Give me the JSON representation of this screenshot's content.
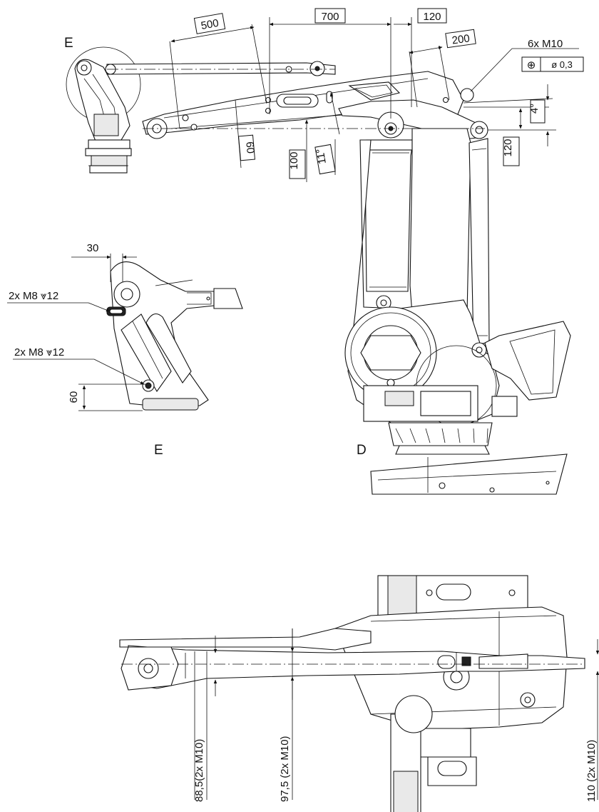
{
  "side_view": {
    "detail_callout": "E",
    "dims": {
      "d500": "500",
      "d700": "700",
      "d120_top": "120",
      "d200": "200",
      "d60": "60",
      "d100": "100",
      "d11deg": "11°",
      "d120_right": "120",
      "d4deg": "4°"
    },
    "hole_callout": {
      "thread": "6x M10",
      "tol_symbol": "⊕",
      "tol_value": "ø  0,3"
    }
  },
  "detail_e": {
    "dim_30": "30",
    "dim_60": "60",
    "thread_upper": "2x M8 ⩔12",
    "thread_lower": "2x M8 ⩔12",
    "caption": "E"
  },
  "label_d": "D",
  "top_view": {
    "dims": {
      "left": "88,5(2x M10)",
      "middle": "97,5 (2x M10)",
      "right": "110 (2x M10)"
    }
  }
}
